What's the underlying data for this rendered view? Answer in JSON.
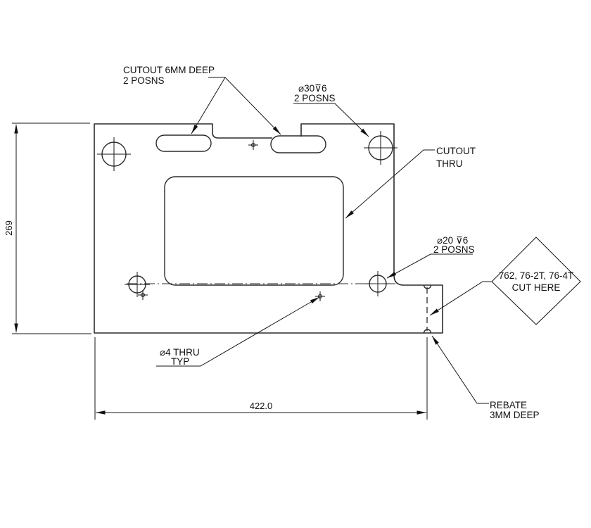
{
  "drawing": {
    "type": "engineering-drawing-plate",
    "colors": {
      "background": "#ffffff",
      "line": "#2b2b2b",
      "text": "#111111"
    },
    "annotations": {
      "cutout_slots": {
        "line1": "CUTOUT 6MM DEEP",
        "line2": "2  POSNS"
      },
      "counterbore_30": {
        "line1": "⌀30⊽6",
        "line2": "2 POSNS"
      },
      "cutout_thru": {
        "line1": "CUTOUT",
        "line2": "THRU"
      },
      "counterbore_20": {
        "line1": "⌀20 ⊽6",
        "line2": "2 POSNS"
      },
      "cut_here_tag": {
        "line1": "762, 76-2T, 76-4T",
        "line2": "CUT HERE"
      },
      "hole_4": {
        "line1": "⌀4 THRU",
        "line2": "TYP"
      },
      "rebate": {
        "line1": "REBATE",
        "line2": "3MM DEEP"
      }
    },
    "dimensions": {
      "overall_height": "269",
      "overall_width": "422.0"
    }
  }
}
